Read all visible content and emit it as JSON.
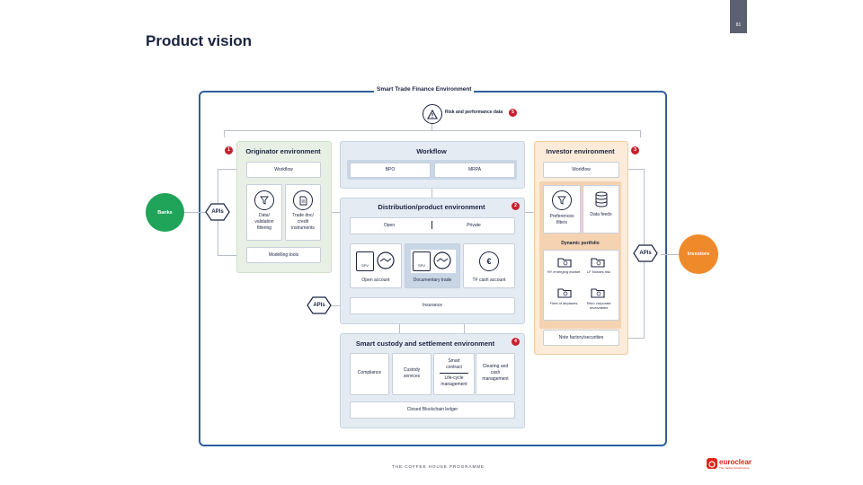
{
  "page": {
    "title": "Product vision",
    "page_number": "81",
    "footer": "THE COFFEE HOUSE PROGRAMME"
  },
  "brand": {
    "name": "euroclear",
    "tagline": "The market infrastructure",
    "color": "#e2231a"
  },
  "colors": {
    "border": "#2f5e9e",
    "banks": "#1fa45a",
    "investors": "#ef8a2b",
    "badge": "#c8202e"
  },
  "diagram": {
    "environment_title": "Smart Trade Finance Environment",
    "risk": {
      "label": "Risk and performance data",
      "badge": "5",
      "icon": "warning-icon"
    },
    "banks": "Banks",
    "investors": "Investors",
    "apis": "APIs",
    "originator": {
      "title": "Originator environment",
      "badge": "1",
      "workflow": "Workflow",
      "items": [
        {
          "label": "Data/ validation filtering",
          "icon": "funnel-icon"
        },
        {
          "label": "Trade doc/ credit instruments",
          "icon": "document-icon"
        }
      ],
      "modelling": "Modelling tools"
    },
    "workflow": {
      "title": "Workflow",
      "items": [
        "BPO",
        "MRPA"
      ]
    },
    "distribution": {
      "title": "Distribution/product environment",
      "badge": "2",
      "tabs": [
        "Open",
        "Private"
      ],
      "items": [
        {
          "label": "Open account",
          "tag": "SPV"
        },
        {
          "label": "Documentary trade",
          "tag": "SPV"
        },
        {
          "label": "TF cash account",
          "symbol": "€"
        }
      ],
      "insurance": "Insurance"
    },
    "custody": {
      "title": "Smart custody and settlement environment",
      "badge": "4",
      "items": [
        "Compliance",
        "Custody services",
        "Smart contract",
        "Clearing and cash management"
      ],
      "smart_sub": "Life-cycle management",
      "ledger": "Closed Blockchain ledger"
    },
    "investor": {
      "title": "Investor environment",
      "badge": "3",
      "workflow": "Workflow",
      "items": [
        {
          "label": "Preferences filters",
          "icon": "funnel-icon"
        },
        {
          "label": "Data feeds",
          "icon": "database-icon"
        }
      ],
      "portfolio": "Dynamic portfolio",
      "folders": [
        "HY emerging market",
        "LF Nordes risk",
        "Fleet of airplanes",
        "Telco corporate receivables"
      ],
      "note": "Note factory/securities"
    }
  }
}
